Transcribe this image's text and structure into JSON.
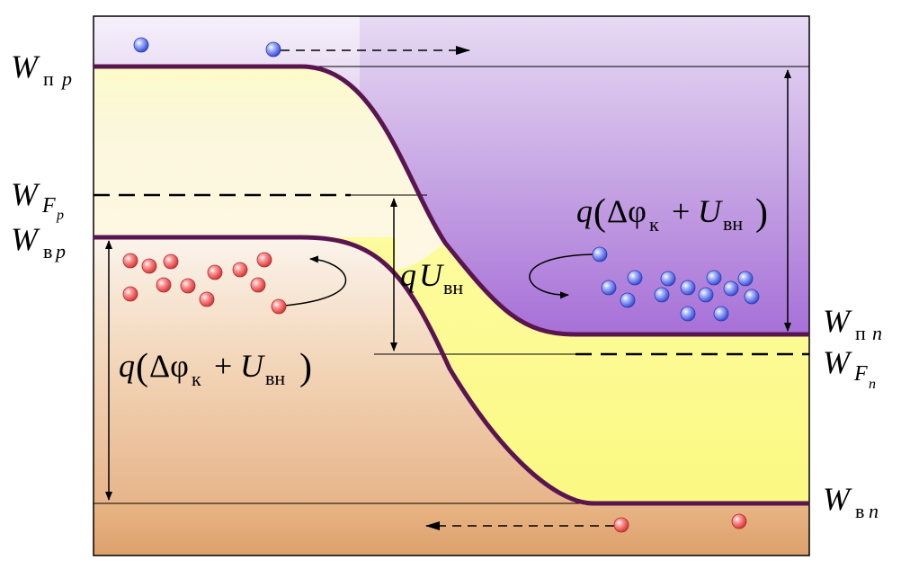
{
  "labels": {
    "w_cp": {
      "main": "W",
      "sub": "п",
      "sub_it": "p"
    },
    "w_fp": {
      "main": "W",
      "sub": "F",
      "subsub": "p"
    },
    "w_vp": {
      "main": "W",
      "sub": "в",
      "sub_it": "p"
    },
    "w_cn": {
      "main": "W",
      "sub": "п",
      "sub_it": "n"
    },
    "w_fn": {
      "main": "W",
      "sub": "F",
      "subsub": "n"
    },
    "w_vn": {
      "main": "W",
      "sub": "в",
      "sub_it": "n"
    },
    "qu": {
      "q": "q",
      "u": "U",
      "sub": "вн"
    },
    "barrier_right": {
      "q": "q",
      "lp": "(",
      "delta": "Δφ",
      "k": "к",
      "plus": "+",
      "u": "U",
      "sub": "вн",
      "rp": ")"
    },
    "barrier_left": {
      "q": "q",
      "lp": "(",
      "delta": "Δφ",
      "k": "к",
      "plus": "+",
      "u": "U",
      "sub": "вн",
      "rp": ")"
    }
  },
  "colors": {
    "band_edge": "#5a1550",
    "electron": "#6b7fe8",
    "hole": "#f07070",
    "conduction_fill": "#a86ad8",
    "n_gap_fill": "#fdfb9a",
    "valence_fill": "#d99e6e"
  }
}
